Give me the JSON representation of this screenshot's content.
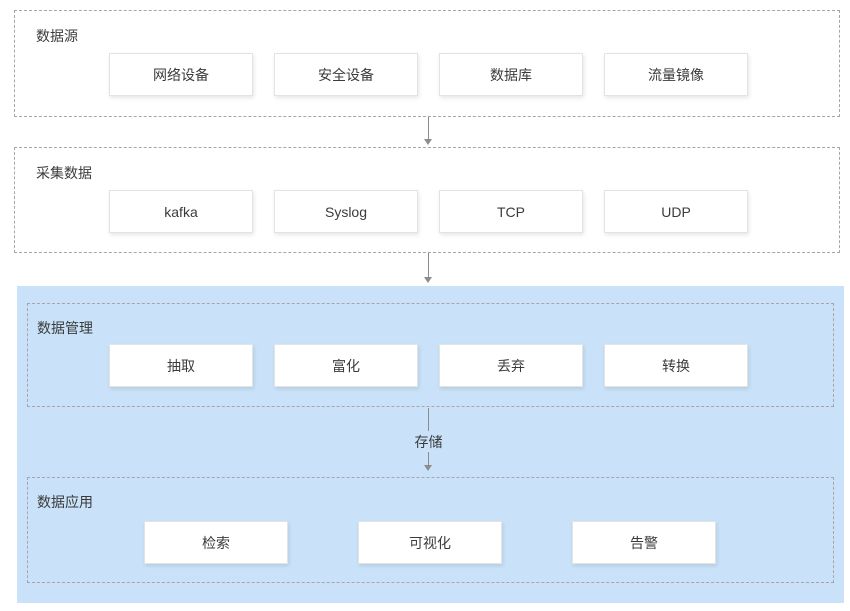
{
  "diagram": {
    "sections": [
      {
        "title": "数据源",
        "items": [
          "网络设备",
          "安全设备",
          "数据库",
          "流量镜像"
        ]
      },
      {
        "title": "采集数据",
        "items": [
          "kafka",
          "Syslog",
          "TCP",
          "UDP"
        ]
      },
      {
        "title": "数据管理",
        "items": [
          "抽取",
          "富化",
          "丢弃",
          "转换"
        ]
      },
      {
        "title": "数据应用",
        "items": [
          "检索",
          "可视化",
          "告警"
        ]
      }
    ],
    "connectors": {
      "storage_label": "存储"
    },
    "colors": {
      "highlight_bg": "#c9e2f9",
      "dashed_border": "#a6a6a6",
      "node_border": "#e3e3e3",
      "text": "#3b3b3b",
      "arrow": "#8c8c8c"
    }
  }
}
